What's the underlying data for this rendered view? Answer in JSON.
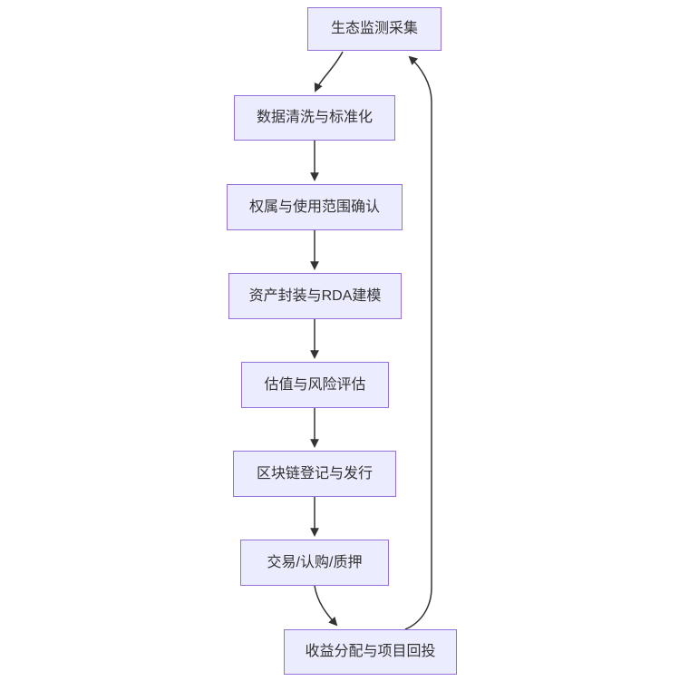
{
  "diagram": {
    "type": "flowchart",
    "direction": "top-down",
    "background": "#ffffff",
    "node_style": {
      "fill": "#ECECFF",
      "border": "#9370DB",
      "text_color": "#333333"
    },
    "edge_style": {
      "color": "#333333",
      "arrowhead": "filled-triangle"
    },
    "nodes": [
      {
        "label": "生态监测采集"
      },
      {
        "label": "数据清洗与标准化"
      },
      {
        "label": "权属与使用范围确认"
      },
      {
        "label": "资产封装与RDA建模"
      },
      {
        "label": "估值与风险评估"
      },
      {
        "label": "区块链登记与发行"
      },
      {
        "label": "交易/认购/质押"
      },
      {
        "label": "收益分配与项目回投"
      }
    ],
    "edges": [
      {
        "from": "生态监测采集",
        "to": "数据清洗与标准化"
      },
      {
        "from": "数据清洗与标准化",
        "to": "权属与使用范围确认"
      },
      {
        "from": "权属与使用范围确认",
        "to": "资产封装与RDA建模"
      },
      {
        "from": "资产封装与RDA建模",
        "to": "估值与风险评估"
      },
      {
        "from": "估值与风险评估",
        "to": "区块链登记与发行"
      },
      {
        "from": "区块链登记与发行",
        "to": "交易/认购/质押"
      },
      {
        "from": "交易/认购/质押",
        "to": "收益分配与项目回投"
      },
      {
        "from": "收益分配与项目回投",
        "to": "生态监测采集"
      }
    ]
  }
}
